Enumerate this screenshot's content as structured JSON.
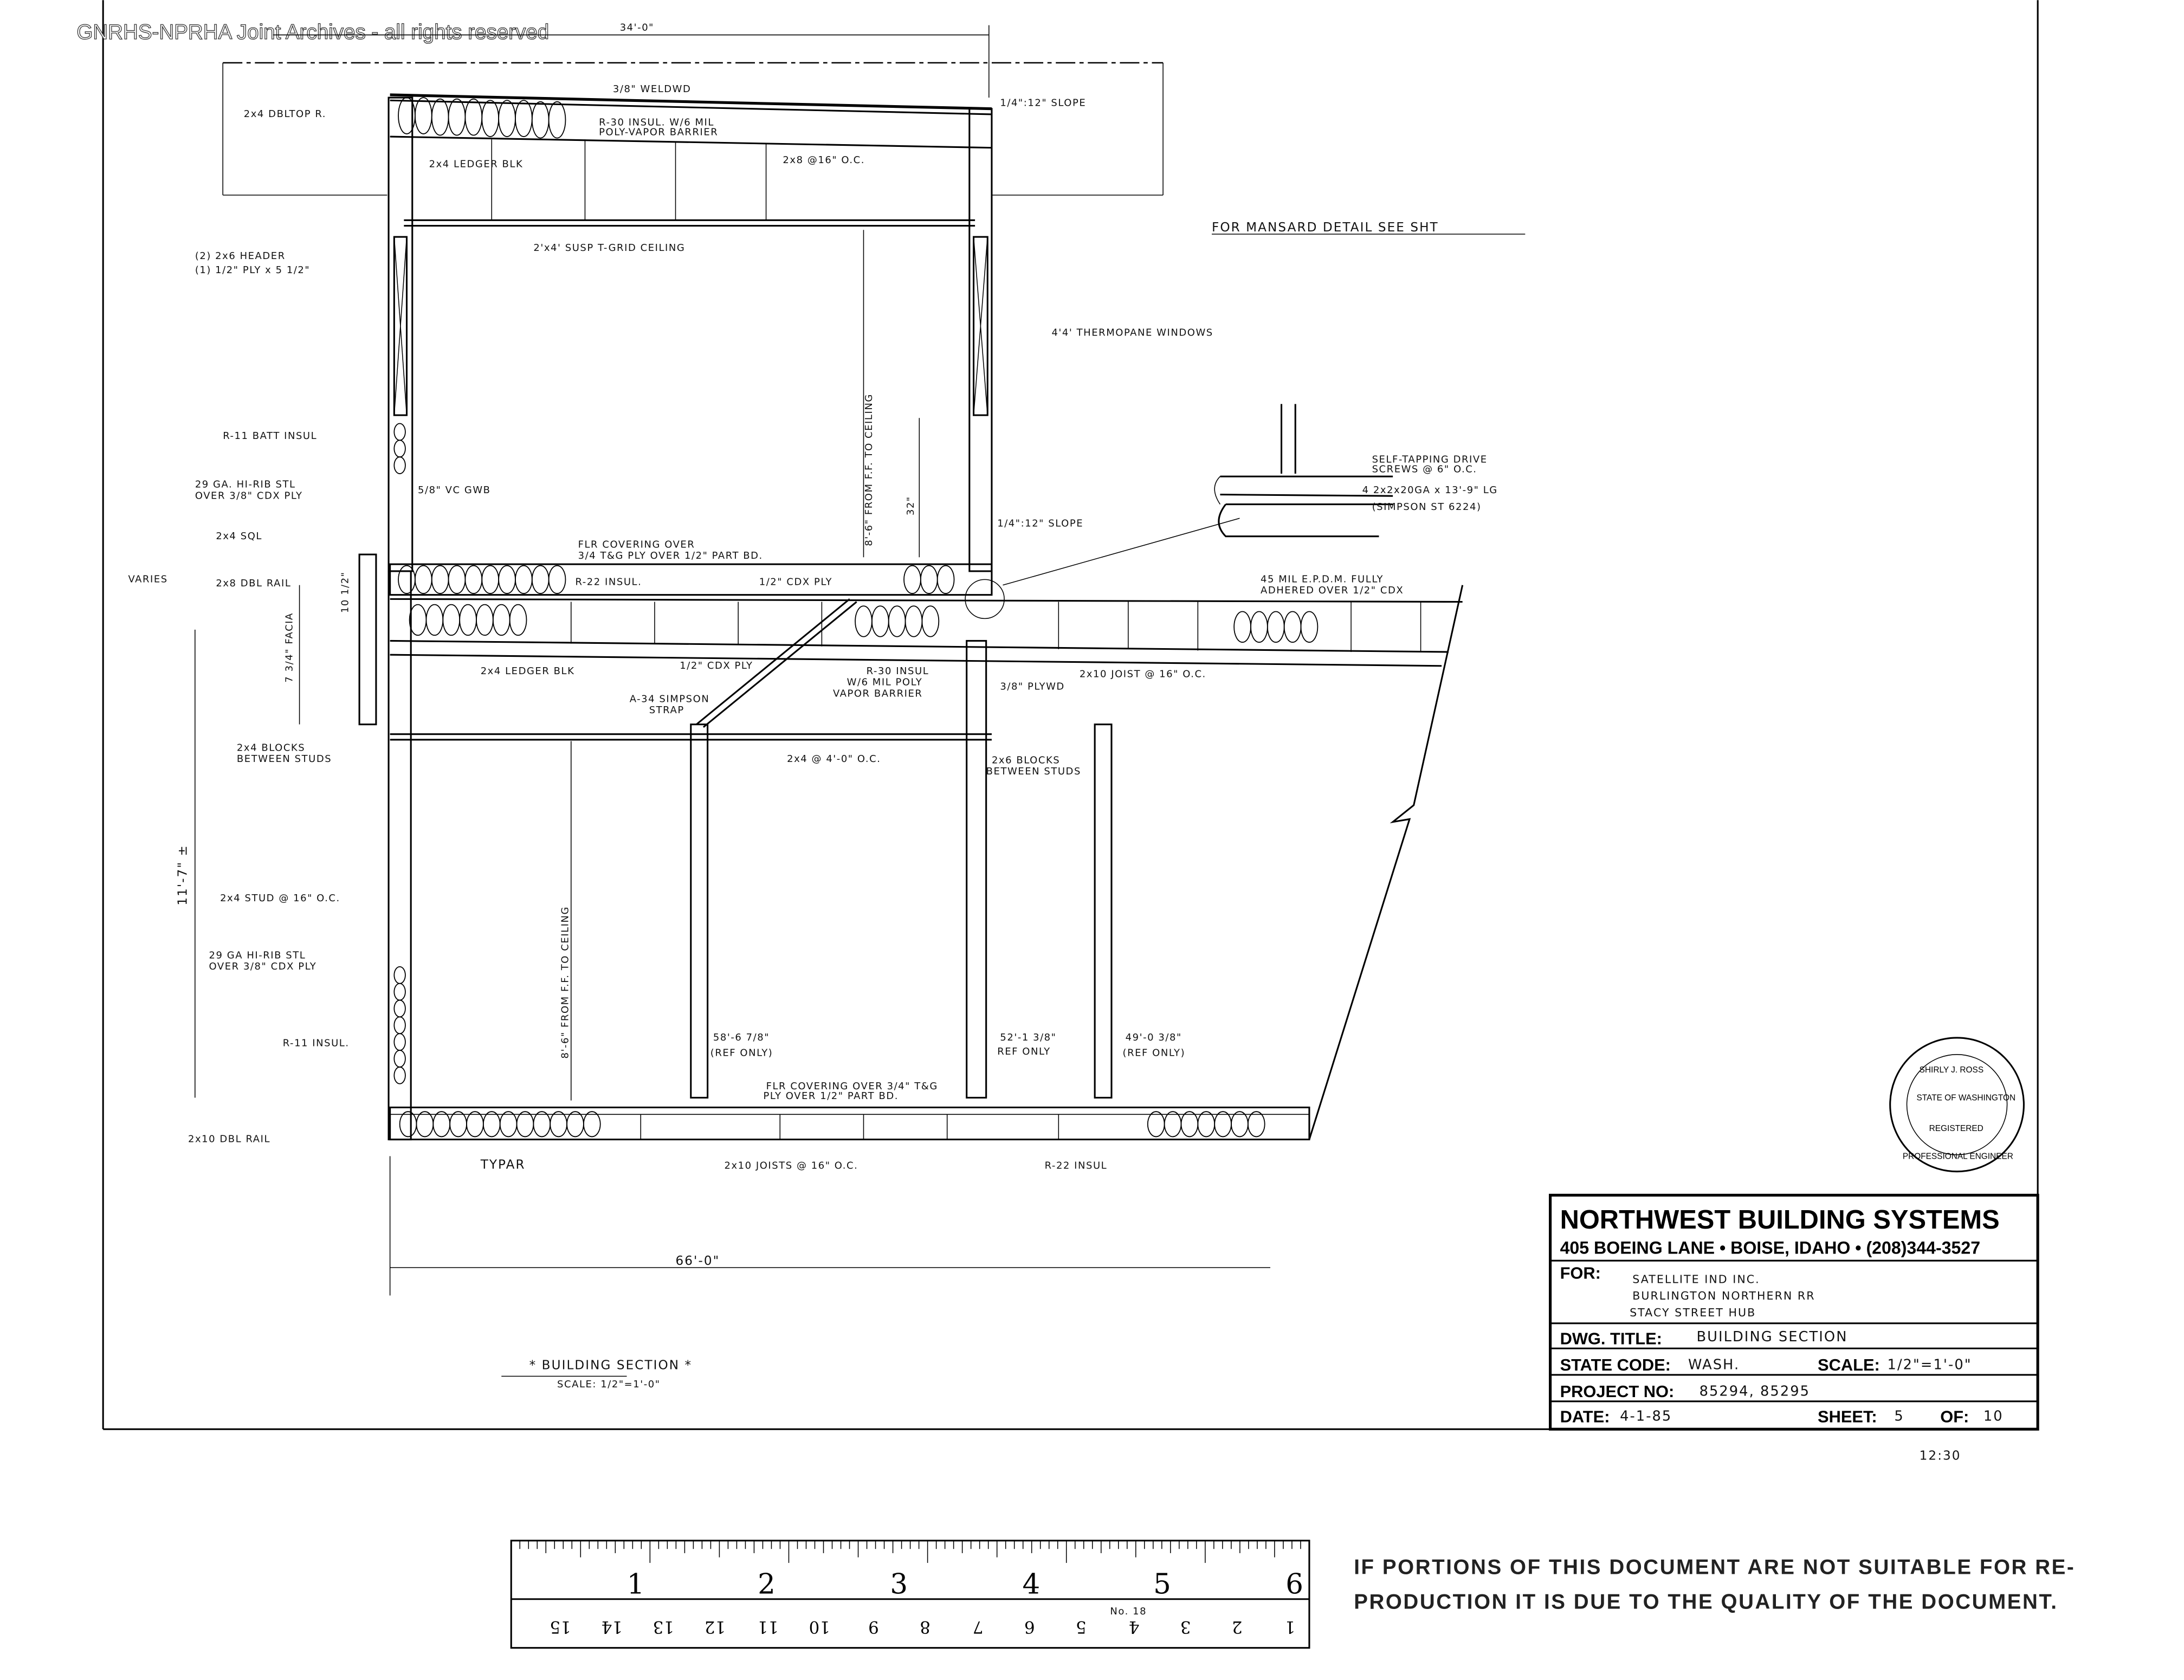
{
  "watermark": "GNRHS-NPRHA Joint Archives - all rights reserved",
  "drawing": {
    "top_dimension": "34'-0\"",
    "overall_dimension": "66'-0\"",
    "title": "* BUILDING SECTION *",
    "scale_note": "SCALE: 1/2\"=1'-0\"",
    "labels": {
      "weldwd": "3/8\" WELDWD",
      "dbl_top_plate": "2x4 DBLTOP R.",
      "r30_roof_1": "R-30 INSUL. W/6 MIL",
      "r30_roof_2": "POLY-VAPOR BARRIER",
      "roof_slope": "1/4\":12\" SLOPE",
      "ledger_blk_upper": "2x4 LEDGER BLK",
      "rafters": "2x8 @16\" O.C.",
      "mansard_note": "FOR MANSARD DETAIL SEE SHT",
      "ceiling": "2'x4' SUSP T-GRID CEILING",
      "header_1": "(2) 2x6 HEADER",
      "header_2": "(1) 1/2\" PLY x 5 1/2\"",
      "upper_ceiling_height": "8'-6\" FROM F.F. TO CEILING",
      "windows": "4'4' THERMOPANE WINDOWS",
      "r11_batt": "R-11 BATT INSUL",
      "siding_upper_1": "29 GA. HI-RIB STL",
      "siding_upper_2": "OVER 3/8\" CDX PLY",
      "gwb": "5/8\" VC GWB",
      "sill_height": "32\"",
      "deck_slope": "1/4\":12\" SLOPE",
      "sql": "2x4 SQL",
      "flr_cov_upper_1": "FLR COVERING OVER",
      "flr_cov_upper_2": "3/4 T&G PLY OVER 1/2\" PART BD.",
      "varies": "VARIES",
      "dbl_rail_upper": "2x8 DBL RAIL",
      "r22_upper": "R-22 INSUL.",
      "cdx_upper": "1/2\" CDX PLY",
      "epdm_1": "45 MIL E.P.D.M. FULLY",
      "epdm_2": "ADHERED OVER 1/2\" CDX",
      "detail_screws_1": "SELF-TAPPING DRIVE",
      "detail_screws_2": "SCREWS @ 6\" O.C.",
      "detail_strap_1": "4 2x2x20GA x 13'-9\" LG",
      "detail_strap_2": "(SIMPSON ST 6224)",
      "rail_dim": "10 1/2\"",
      "facia_dim": "7 3/4\" FACIA",
      "ledger_blk_lower": "2x4 LEDGER BLK",
      "cdx_lower": "1/2\" CDX PLY",
      "r30_floor_1": "R-30 INSUL",
      "r30_floor_2": "W/6 MIL POLY",
      "r30_floor_3": "VAPOR BARRIER",
      "joist_upper": "2x10 JOIST @ 16\" O.C.",
      "plywd": "3/8\" PLYWD",
      "strap_1": "A-34 SIMPSON",
      "strap_2": "STRAP",
      "blocks_2x4_1": "2x4 BLOCKS",
      "blocks_2x4_2": "BETWEEN STUDS",
      "posts": "2x4 @ 4'-0\" O.C.",
      "blocks_2x6_1": "2x6 BLOCKS",
      "blocks_2x6_2": "BETWEEN STUDS",
      "wall_height": "11'-7\" ±",
      "lower_ceiling_height": "8'-6\" FROM F.F. TO CEILING",
      "studs": "2x4 STUD @ 16\" O.C.",
      "siding_lower_1": "29 GA HI-RIB STL",
      "siding_lower_2": "OVER 3/8\" CDX PLY",
      "r11_lower": "R-11 INSUL.",
      "ref_1_a": "58'-6 7/8\"",
      "ref_1_b": "(REF ONLY)",
      "ref_2_a": "52'-1 3/8\"",
      "ref_2_b": "REF ONLY",
      "ref_3_a": "49'-0 3/8\"",
      "ref_3_b": "(REF ONLY)",
      "flr_cov_lower_1": "FLR COVERING OVER 3/4\" T&G",
      "flr_cov_lower_2": "PLY OVER 1/2\" PART BD.",
      "dbl_rail_lower": "2x10 DBL RAIL",
      "typar": "TYPAR",
      "joists_lower": "2x10 JOISTS @ 16\" O.C.",
      "r22_lower": "R-22 INSUL"
    }
  },
  "title_block": {
    "company": "NORTHWEST BUILDING SYSTEMS",
    "address": "405 BOEING LANE • BOISE, IDAHO • (208)344-3527",
    "for_label": "FOR:",
    "for_lines": [
      "SATELLITE IND INC.",
      "BURLINGTON NORTHERN RR",
      "STACY STREET HUB"
    ],
    "dwg_title_label": "DWG. TITLE:",
    "dwg_title": "BUILDING SECTION",
    "state_code_label": "STATE CODE:",
    "state_code": "WASH.",
    "scale_label": "SCALE:",
    "scale": "1/2\"=1'-0\"",
    "project_no_label": "PROJECT NO:",
    "project_no": "85294, 85295",
    "date_label": "DATE:",
    "date": "4-1-85",
    "sheet_label": "SHEET:",
    "sheet": "5",
    "of_label": "OF:",
    "of": "10"
  },
  "stamp": {
    "name": "SHIRLY J. ROSS",
    "state": "STATE OF WASHINGTON",
    "registered": "REGISTERED",
    "profession": "PROFESSIONAL ENGINEER"
  },
  "handwritten_note": "12:30",
  "ruler": {
    "inches": [
      "1",
      "2",
      "3",
      "4",
      "5",
      "6"
    ],
    "cm": [
      "1",
      "2",
      "3",
      "4",
      "5",
      "6",
      "7",
      "8",
      "9",
      "10",
      "11",
      "12",
      "13",
      "14",
      "15"
    ],
    "model": "No. 18"
  },
  "notice": {
    "line1": "IF PORTIONS OF THIS DOCUMENT ARE NOT SUITABLE FOR RE-",
    "line2": "PRODUCTION IT IS DUE TO THE QUALITY OF THE DOCUMENT."
  }
}
